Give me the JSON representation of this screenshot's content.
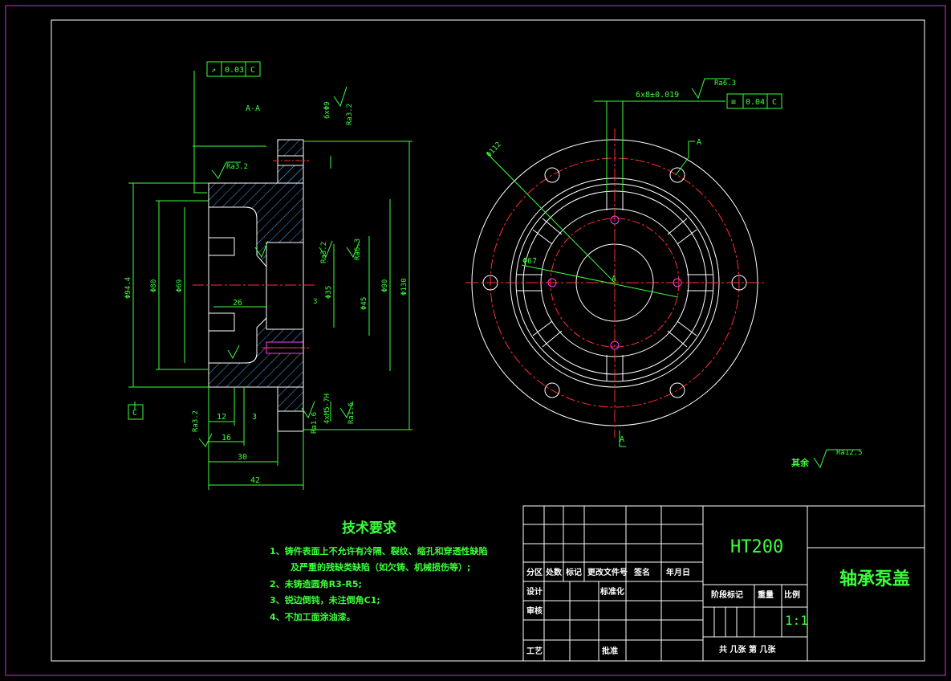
{
  "section_label": "A-A",
  "view_marker": "A",
  "tolerances": {
    "runout_left": {
      "symbol": "↗",
      "value": "0.03",
      "datum": "C"
    },
    "symmetry_right": {
      "symbol": "≡",
      "value": "0.04",
      "datum": "C"
    }
  },
  "datum_label": "C",
  "dimensions_section": {
    "d1": "Φ94.4",
    "d2": "Φ80",
    "d3": "Φ69",
    "d4": "Φ35",
    "d5": "Φ45",
    "d6": "Φ90",
    "d7": "Φ130",
    "len26": "26",
    "len3a": "3",
    "len12": "12",
    "len3b": "3",
    "len16": "16",
    "len30": "30",
    "len42": "42",
    "holes": "6xΦ9",
    "threads": "4xM5-7H"
  },
  "roughness": {
    "r1": "Ra3.2",
    "r2": "Ra3.2",
    "r3": "Ra3.2",
    "r4": "Ra6.3",
    "r5": "Ra1.6",
    "r6": "Ra1.6",
    "r7": "Ra3.2",
    "r8": "Ra1.6"
  },
  "dimensions_front": {
    "keyway": "6x8±0.019",
    "roughness": "Ra6.3",
    "d_outer": "Φ112",
    "d_inner": "Φ67"
  },
  "rest_roughness": {
    "label": "其余",
    "value": "Ra12.5"
  },
  "tech_requirements": {
    "title": "技术要求",
    "items": [
      "1、铸件表面上不允许有冷隔、裂纹、缩孔和穿透性缺陷",
      "及严重的残缺类缺陷（如欠铸、机械损伤等）;",
      "2、未铸造圆角R3-R5;",
      "3、锐边倒钝，未注倒角C1;",
      "4、不加工面涂油漆。"
    ]
  },
  "title_block": {
    "material": "HT200",
    "part_name": "轴承泵盖",
    "headers": [
      "分区",
      "处数",
      "标记",
      "更改文件号",
      "签名",
      "年月日"
    ],
    "design": "设计",
    "standardization": "标准化",
    "review": "审核",
    "process": "工艺",
    "approve": "批准",
    "stage_mark": "阶段标记",
    "weight": "重量",
    "scale_label": "比例",
    "scale": "1:1",
    "sheets": "共  几张   第  几张"
  },
  "colors": {
    "background": "#000000",
    "lines": "#ffffff",
    "dimensions": "#3cff3c",
    "center_lines": "#ff3030",
    "frame": "#cc33cc",
    "hatch": "#4aa3ff"
  }
}
